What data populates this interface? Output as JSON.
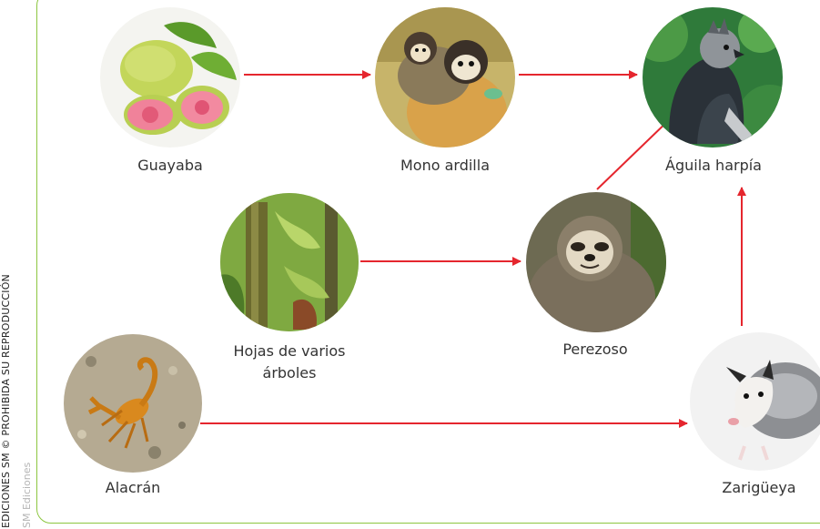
{
  "copyright": {
    "main": "EDICIONES SM © PROHIBIDA SU REPRODUCCIÓN",
    "credit": "SM Ediciones"
  },
  "nodes": {
    "guayaba": {
      "label": "Guayaba",
      "icon": "guava-photo"
    },
    "mono": {
      "label": "Mono ardilla",
      "icon": "squirrel-monkey-photo"
    },
    "aguila": {
      "label": "Águila harpía",
      "icon": "harpy-eagle-photo"
    },
    "hojas": {
      "label_line1": "Hojas de varios",
      "label_line2": "árboles",
      "icon": "forest-leaves-photo"
    },
    "perezoso": {
      "label": "Perezoso",
      "icon": "sloth-photo"
    },
    "alacran": {
      "label": "Alacrán",
      "icon": "scorpion-photo"
    },
    "zarigueya": {
      "label": "Zarigüeya",
      "icon": "opossum-photo"
    }
  },
  "arrow_color": "#e5262e"
}
